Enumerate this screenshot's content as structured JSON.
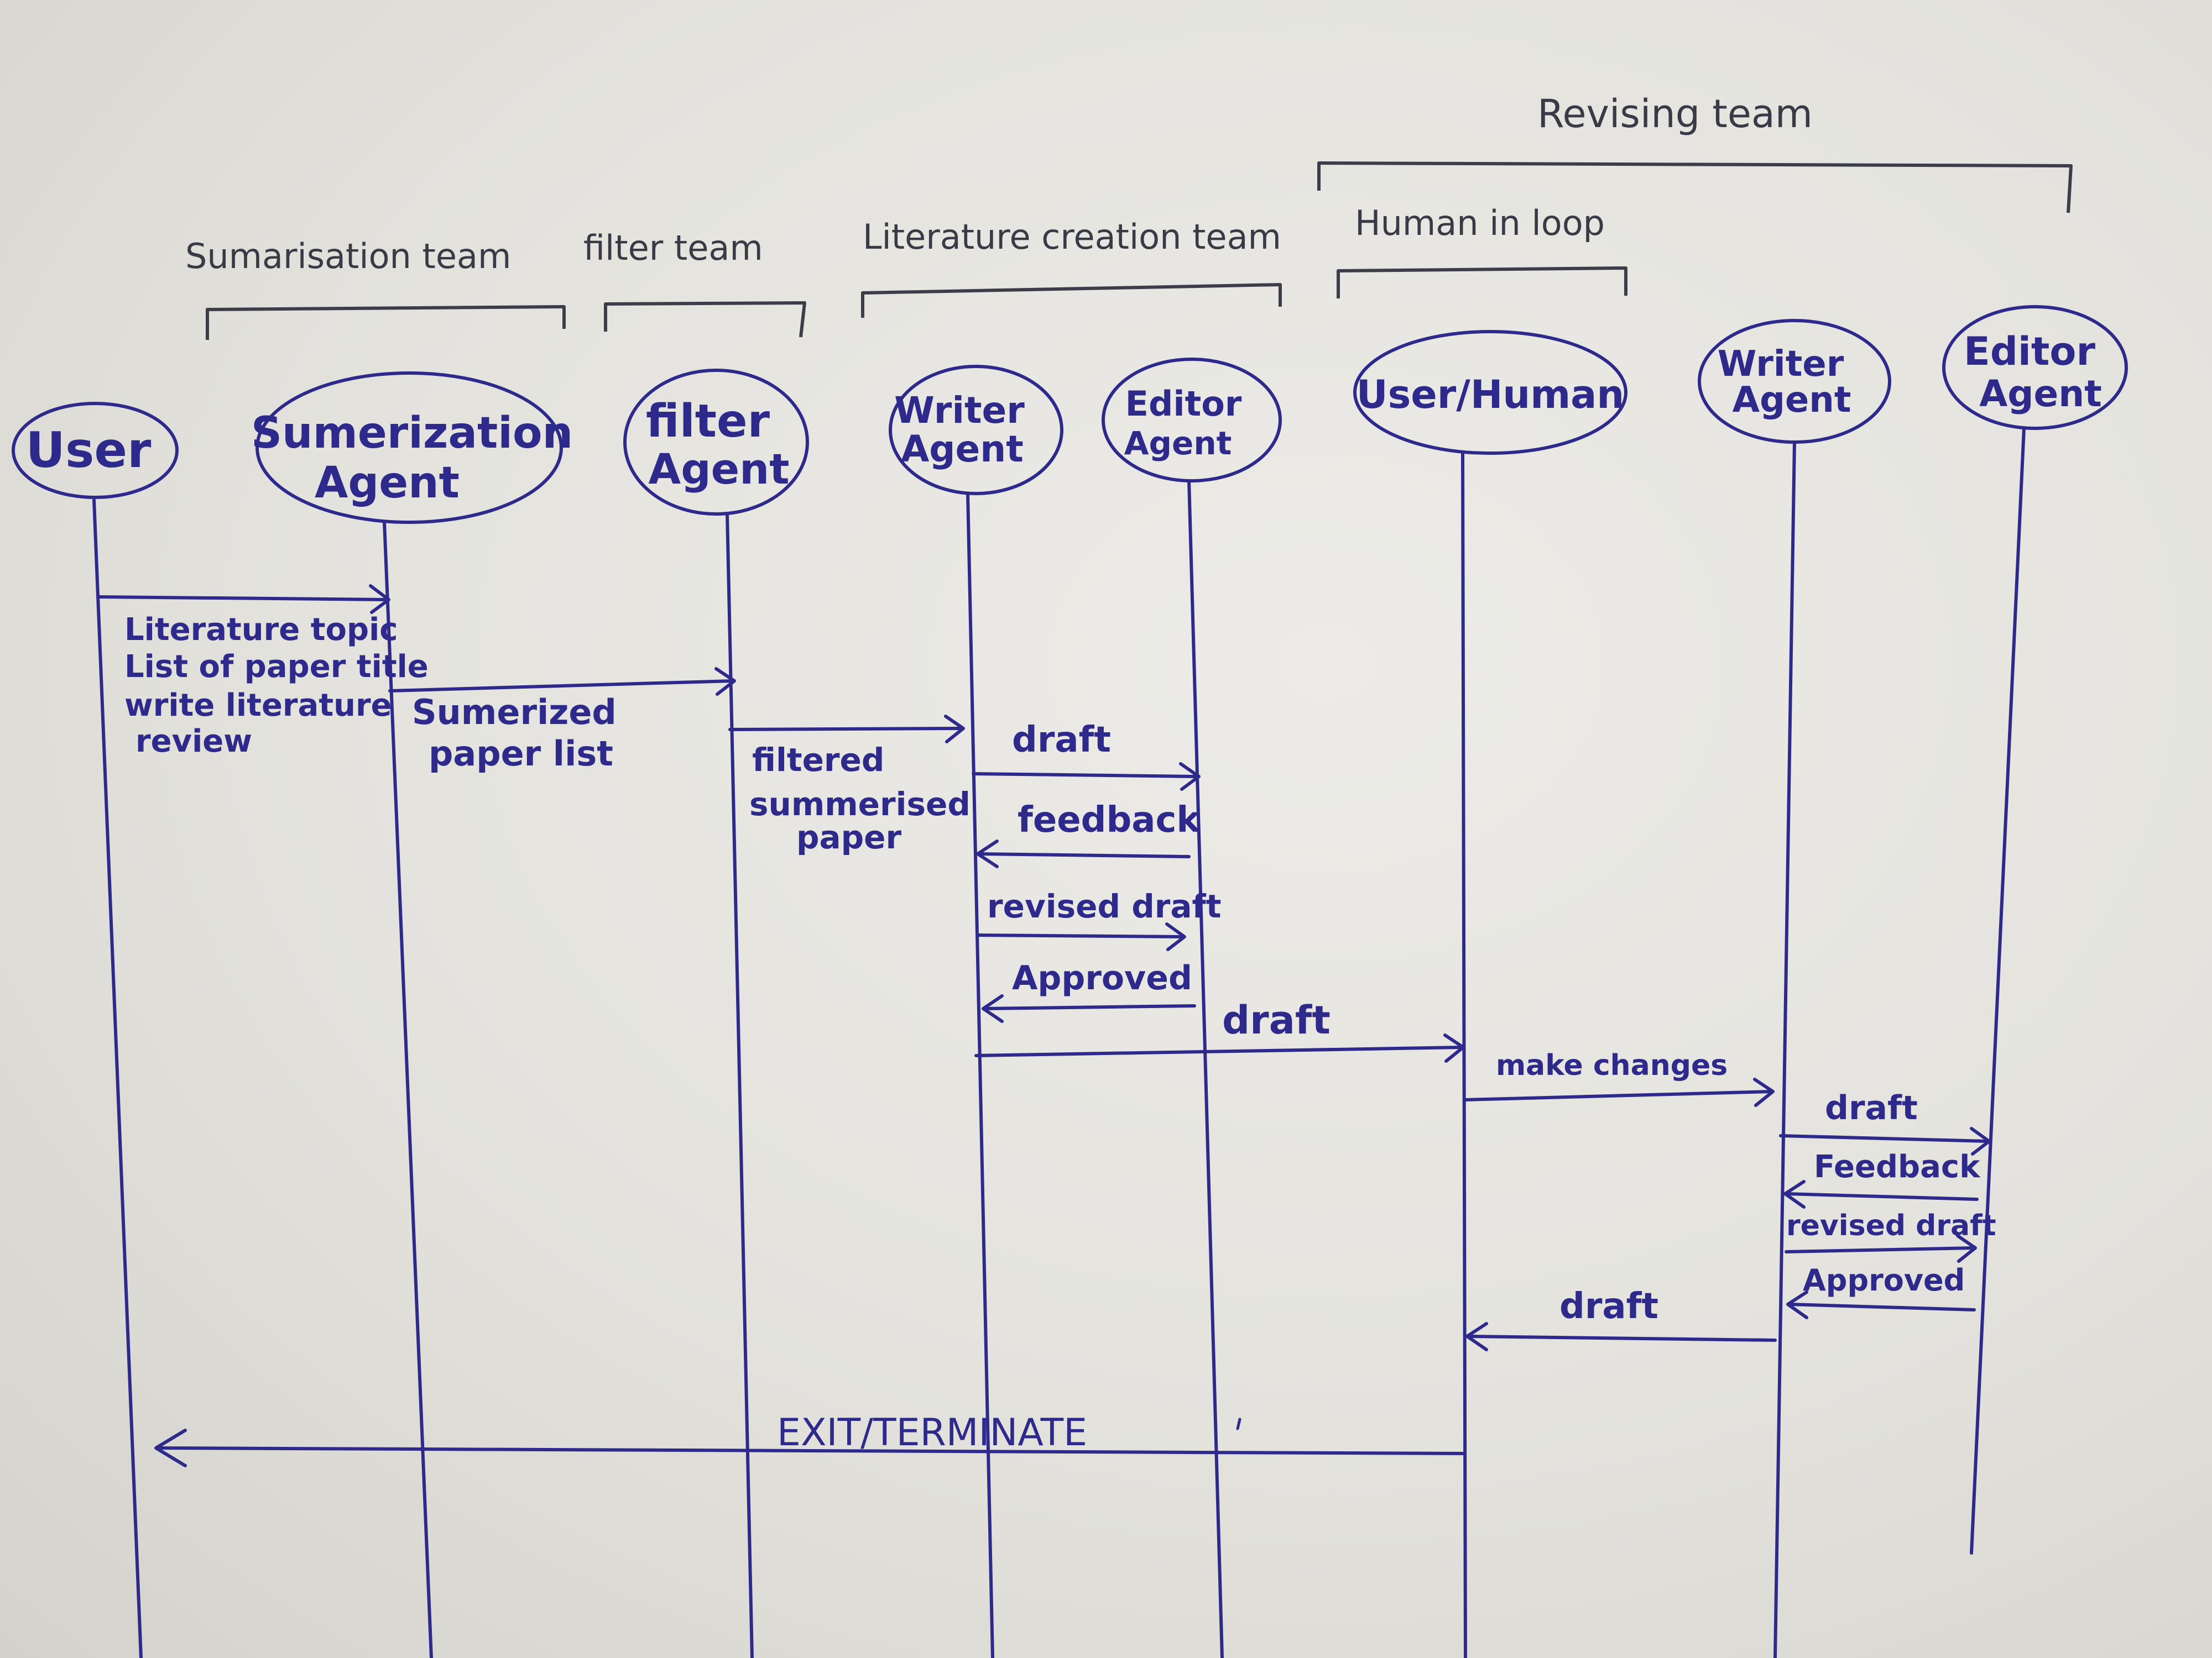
{
  "teams": {
    "summarisation": "Sumarisation team",
    "filter": "filter team",
    "literature_creation": "Literature creation team",
    "human_in_loop": "Human in loop",
    "revising": "Revising team"
  },
  "actors": {
    "user": "User",
    "summarization_agent": [
      "Sumerization",
      "Agent"
    ],
    "filter_agent": [
      "filter",
      "Agent"
    ],
    "writer_agent_1": [
      "Writer",
      "Agent"
    ],
    "editor_agent_1": [
      "Editor",
      "Agent"
    ],
    "user_human": "User/Human",
    "writer_agent_2": [
      "Writer",
      "Agent"
    ],
    "editor_agent_2": [
      "Editor",
      "Agent"
    ]
  },
  "messages": {
    "user_to_summarization": [
      "Literature topic",
      "List of paper title",
      "write literature",
      "review"
    ],
    "summarization_to_filter": [
      "Sumerized",
      "paper list"
    ],
    "filter_to_writer": [
      "filtered",
      "summerised",
      "paper"
    ],
    "draft_1": "draft",
    "feedback_1": "feedback",
    "revised_draft_1": "revised draft",
    "approved_1": "Approved",
    "draft_to_human": "draft",
    "make_changes": "make changes",
    "draft_2": "draft",
    "feedback_2": "Feedback",
    "revised_draft_2": "revised draft",
    "approved_2": "Approved",
    "draft_back_to_human": "draft",
    "exit": "EXIT/TERMINATE"
  }
}
